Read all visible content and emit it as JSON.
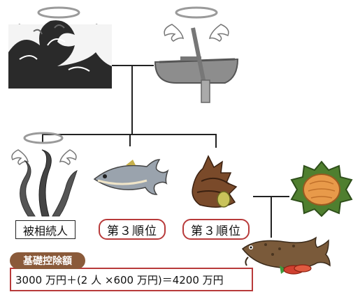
{
  "figures": {
    "wave": {
      "icon": "great-wave-icon",
      "halo": true,
      "wings": true
    },
    "boat": {
      "icon": "rowboat-icon",
      "halo": true,
      "wings": true
    },
    "seaweed": {
      "icon": "seaweed-icon",
      "halo": true,
      "wings": true
    },
    "tuna": {
      "icon": "tuna-icon"
    },
    "shell": {
      "icon": "turban-shell-icon"
    },
    "sea-urchin": {
      "icon": "sea-urchin-icon"
    },
    "cod": {
      "icon": "cod-icon"
    }
  },
  "labels": {
    "heir": "被相続人",
    "rank_tuna": "第３順位",
    "rank_shell": "第３順位"
  },
  "deduction": {
    "title": "基礎控除額",
    "formula": "3000 万円＋(2 人 ×600 万円)＝4200 万円"
  },
  "colors": {
    "rank_border": "#b83a3a",
    "pill_bg": "#8a5a3a"
  }
}
